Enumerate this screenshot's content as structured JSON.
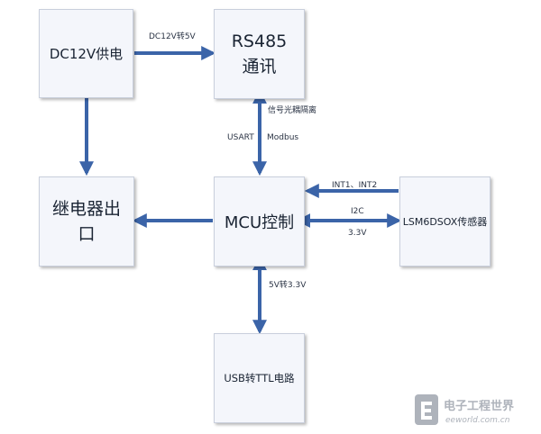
{
  "blocks": {
    "dc12v": "DC12V供电",
    "rs485": "RS485通讯",
    "relay": "继电器出口",
    "mcu": "MCU控制",
    "lsm": "LSM6DSOX传感器",
    "usb_ttl": "USB转TTL电路"
  },
  "labels": {
    "dc_to_5v": "DC12V转5V",
    "isolation": "信号光耦隔离",
    "usart": "USART",
    "modbus": "Modbus",
    "int": "INT1、INT2",
    "i2c": "I2C",
    "v33": "3.3V",
    "v5_to_33": "5V转3.3V"
  },
  "watermark": {
    "title": "电子工程世界",
    "url": "eeworld.com.cn"
  },
  "colors": {
    "arrow": "#3b64a8",
    "block_fill": "#f4f6fb",
    "block_border": "#c9cfdc",
    "watermark": "#aeb3bb"
  }
}
